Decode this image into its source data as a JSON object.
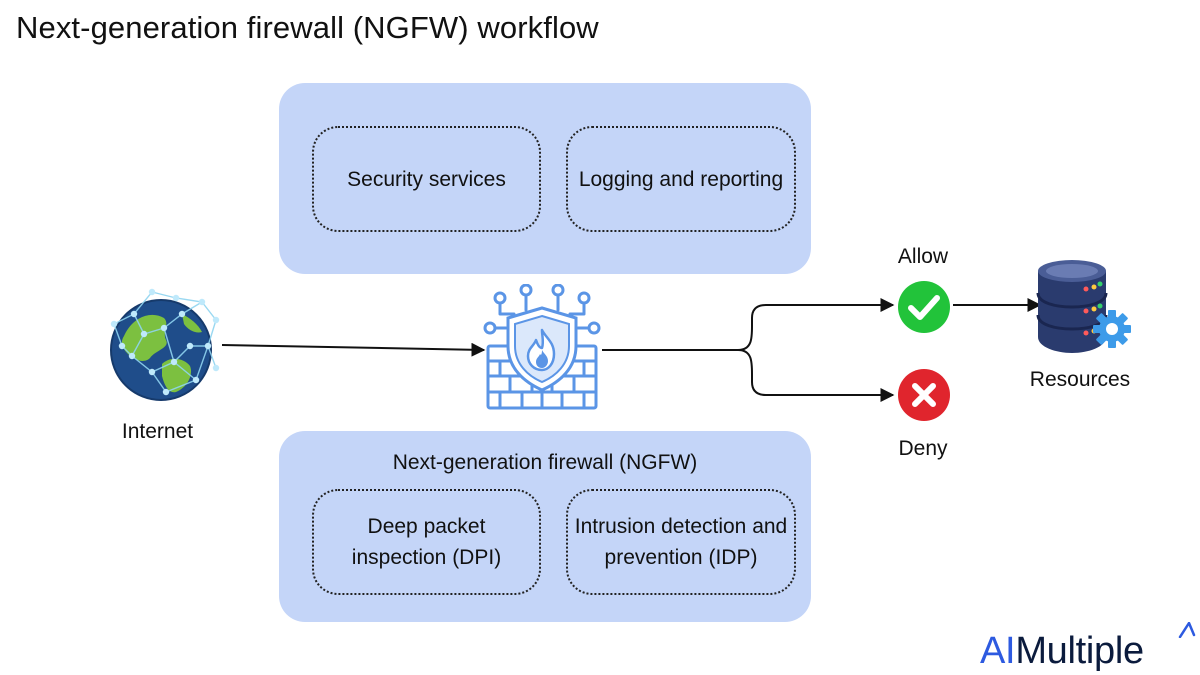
{
  "title": "Next-generation firewall (NGFW) workflow",
  "top_panel": {
    "services": [
      "Security services",
      "Logging and reporting"
    ]
  },
  "bottom_panel": {
    "title": "Next-generation firewall (NGFW)",
    "services": [
      "Deep packet inspection (DPI)",
      "Intrusion detection and prevention (IDP)"
    ]
  },
  "nodes": {
    "internet": "Internet",
    "allow": "Allow",
    "deny": "Deny",
    "resources": "Resources"
  },
  "brand": {
    "ai": "AI",
    "rest": "Multiple"
  },
  "colors": {
    "panel": "#c4d5f8",
    "allow_green": "#22c33a",
    "deny_red": "#e0252d",
    "firewall_blue": "#5b95e6",
    "brand_blue": "#2d5ae0"
  },
  "icons": [
    "globe-icon",
    "firewall-icon",
    "check-icon",
    "cross-icon",
    "server-icon"
  ]
}
